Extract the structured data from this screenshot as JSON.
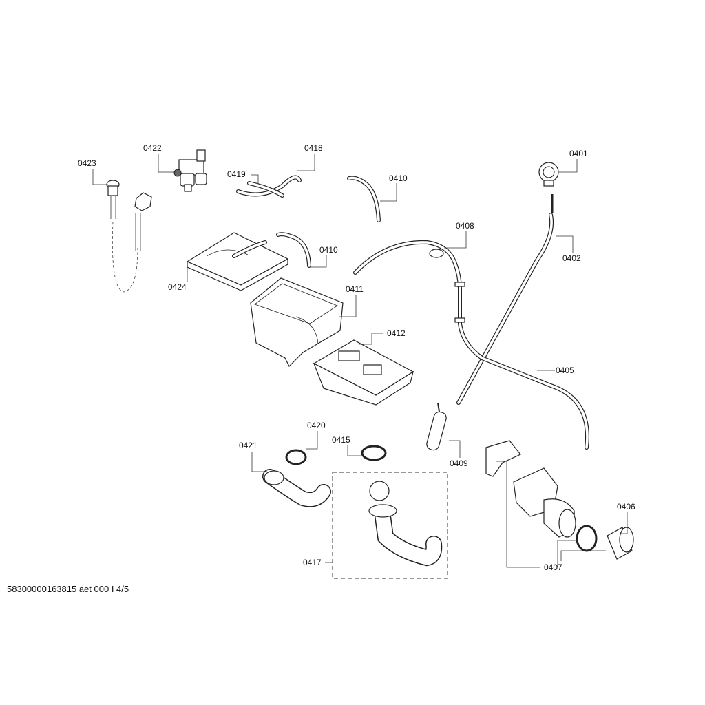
{
  "diagram": {
    "footer": "58300000163815 aet 000 I 4/5",
    "callouts": {
      "c0423": "0423",
      "c0422": "0422",
      "c0418": "0418",
      "c0419": "0419",
      "c0410a": "0410",
      "c0401": "0401",
      "c0408": "0408",
      "c0402": "0402",
      "c0410b": "0410",
      "c0424": "0424",
      "c0411": "0411",
      "c0412": "0412",
      "c0405": "0405",
      "c0420": "0420",
      "c0415": "0415",
      "c0421": "0421",
      "c0409": "0409",
      "c0406": "0406",
      "c0407": "0407",
      "c0417": "0417"
    }
  }
}
